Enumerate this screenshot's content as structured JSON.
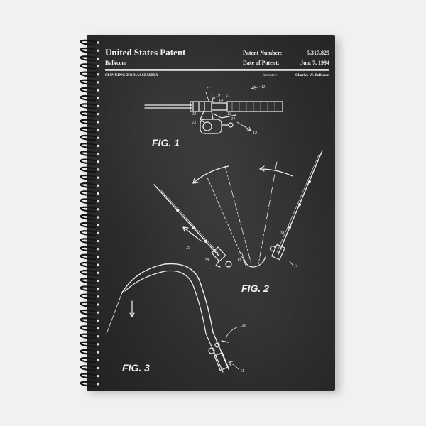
{
  "patent": {
    "title": "United States Patent",
    "inventor_short": "Balkcom",
    "patent_number_label": "Patent Number:",
    "patent_number": "5,317,829",
    "date_label": "Date of Patent:",
    "date": "Jun. 7, 1994",
    "assembly_title": "SPINNING ROD ASSEMBLY",
    "inventor_label": "Inventor:",
    "inventor_full": "Charles W. Balkcom"
  },
  "figures": {
    "fig1": "FIG. 1",
    "fig2": "FIG. 2",
    "fig3": "FIG. 3"
  },
  "colors": {
    "background": "#f1f1f1",
    "chalkboard": "#2b2b2b",
    "chalk": "#f2f2f2",
    "spiral": "#1a1a1a"
  }
}
